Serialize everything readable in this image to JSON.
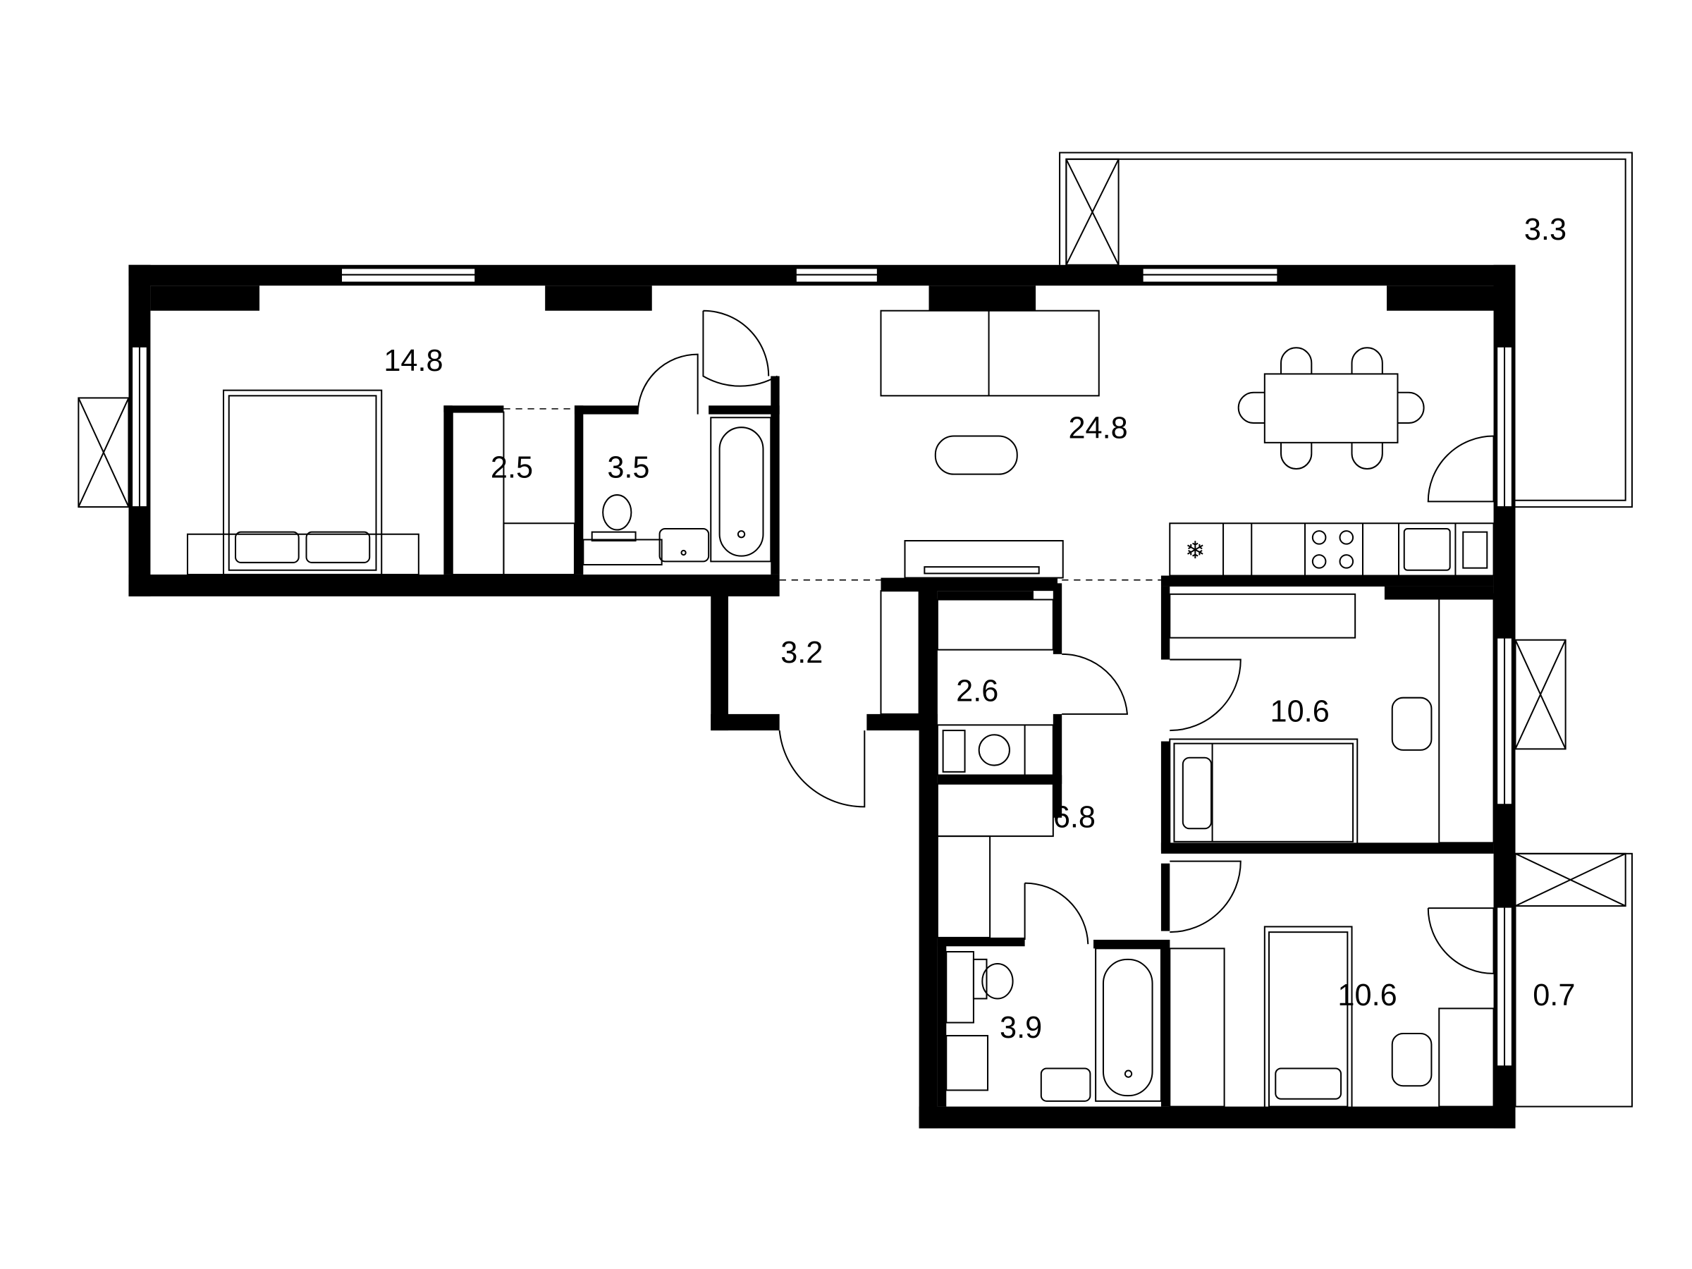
{
  "plan": {
    "rooms": [
      {
        "id": "bedroom-1",
        "area": "14.8"
      },
      {
        "id": "wardrobe",
        "area": "2.5"
      },
      {
        "id": "bathroom-1",
        "area": "3.5"
      },
      {
        "id": "living-kitchen",
        "area": "24.8"
      },
      {
        "id": "terrace",
        "area": "3.3"
      },
      {
        "id": "entrance-hall",
        "area": "3.2"
      },
      {
        "id": "utility",
        "area": "2.6"
      },
      {
        "id": "bedroom-2",
        "area": "10.6"
      },
      {
        "id": "corridor",
        "area": "6.8"
      },
      {
        "id": "bathroom-2",
        "area": "3.9"
      },
      {
        "id": "bedroom-3",
        "area": "10.6"
      },
      {
        "id": "balcony",
        "area": "0.7"
      }
    ],
    "colors": {
      "wall": "#000000",
      "background": "#ffffff"
    }
  }
}
